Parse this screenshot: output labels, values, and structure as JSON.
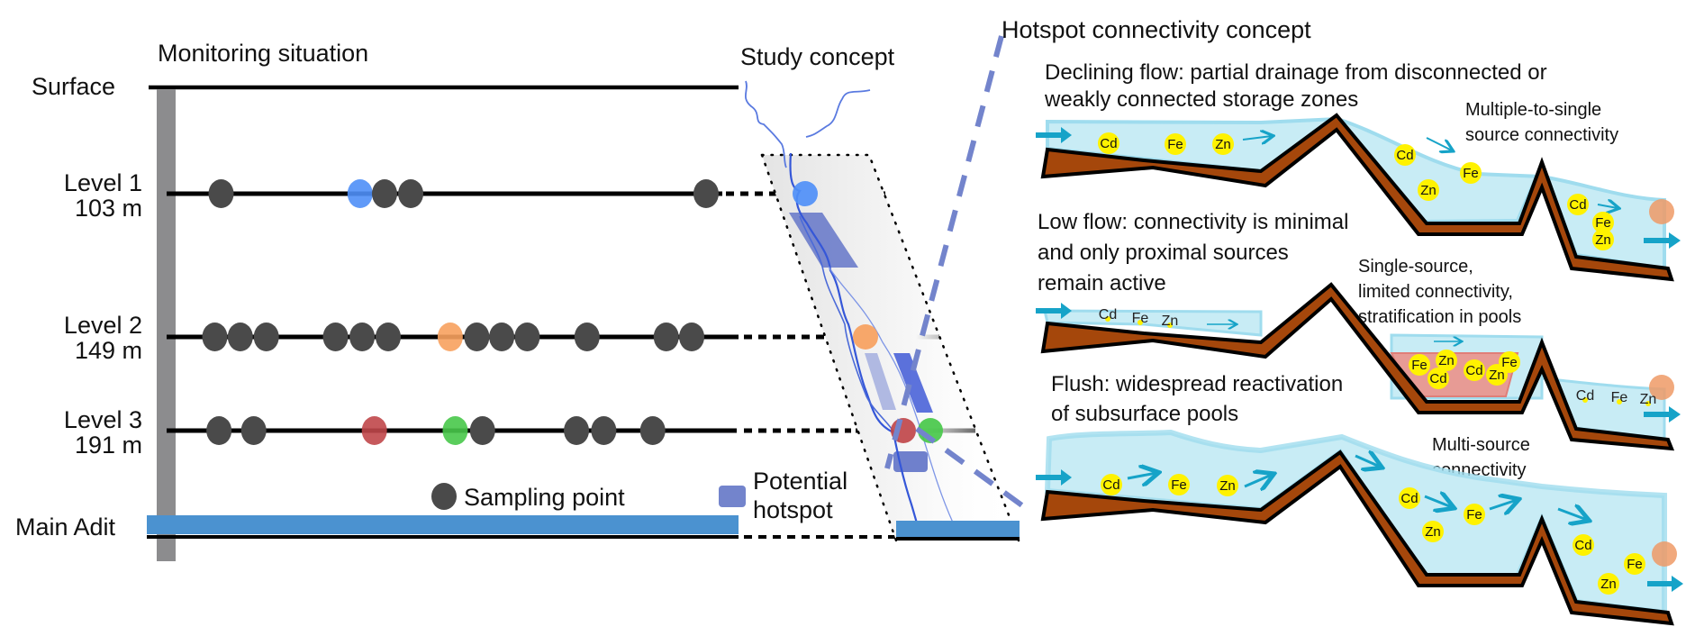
{
  "monitoring": {
    "title": "Monitoring situation",
    "surface_label": "Surface",
    "levels": [
      {
        "name": "Level 1",
        "depth": "103 m",
        "points": [
          {
            "pos": 0.1,
            "color": "dark"
          },
          {
            "pos": 0.355,
            "color": "blue"
          },
          {
            "pos": 0.4,
            "color": "dark"
          },
          {
            "pos": 0.448,
            "color": "dark"
          },
          {
            "pos": 0.99,
            "color": "dark"
          }
        ]
      },
      {
        "name": "Level 2",
        "depth": "149 m",
        "points": [
          {
            "pos": 0.087,
            "color": "dark"
          },
          {
            "pos": 0.133,
            "color": "dark"
          },
          {
            "pos": 0.18,
            "color": "dark"
          },
          {
            "pos": 0.305,
            "color": "dark"
          },
          {
            "pos": 0.353,
            "color": "dark"
          },
          {
            "pos": 0.4,
            "color": "dark"
          },
          {
            "pos": 0.512,
            "color": "orange"
          },
          {
            "pos": 0.56,
            "color": "dark"
          },
          {
            "pos": 0.605,
            "color": "dark"
          },
          {
            "pos": 0.651,
            "color": "dark"
          },
          {
            "pos": 0.759,
            "color": "dark"
          },
          {
            "pos": 0.902,
            "color": "dark"
          },
          {
            "pos": 0.948,
            "color": "dark"
          }
        ]
      },
      {
        "name": "Level 3",
        "depth": "191 m",
        "points": [
          {
            "pos": 0.092,
            "color": "dark"
          },
          {
            "pos": 0.153,
            "color": "dark"
          },
          {
            "pos": 0.365,
            "color": "red"
          },
          {
            "pos": 0.507,
            "color": "green"
          },
          {
            "pos": 0.555,
            "color": "dark"
          },
          {
            "pos": 0.72,
            "color": "dark"
          },
          {
            "pos": 0.768,
            "color": "dark"
          },
          {
            "pos": 0.854,
            "color": "dark"
          }
        ]
      }
    ],
    "adit_label": "Main Adit",
    "legend": {
      "sampling_point": "Sampling point",
      "potential_hotspot_line1": "Potential",
      "potential_hotspot_line2": "hotspot"
    }
  },
  "study": {
    "title": "Study concept"
  },
  "hotspot": {
    "title": "Hotspot connectivity concept",
    "panels": [
      {
        "id": "declining",
        "caption_lines": [
          "Declining flow: partial drainage from disconnected or",
          "weakly connected storage zones"
        ],
        "note_lines": [
          "Multiple-to-single",
          "source connectivity"
        ],
        "elements": [
          "Cd",
          "Fe",
          "Zn",
          "Cd",
          "Fe",
          "Zn",
          "Cd",
          "Fe",
          "Zn"
        ]
      },
      {
        "id": "low",
        "caption_lines": [
          "Low flow: connectivity is minimal",
          "and only proximal sources",
          "remain active"
        ],
        "note_lines": [
          "Single-source,",
          "limited connectivity,",
          "stratification in pools"
        ],
        "elements": [
          "Cd",
          "Fe",
          "Zn",
          "Fe",
          "Zn",
          "Cd",
          "Cd",
          "Zn",
          "Fe",
          "Cd",
          "Fe",
          "Zn"
        ]
      },
      {
        "id": "flush",
        "caption_lines": [
          "Flush: widespread reactivation",
          "of subsurface pools"
        ],
        "note_lines": [
          "Multi-source",
          "connectivity"
        ],
        "elements": [
          "Cd",
          "Fe",
          "Zn",
          "Cd",
          "Fe",
          "Zn",
          "Cd",
          "Fe",
          "Zn"
        ]
      }
    ]
  },
  "colors": {
    "dark_point": "#4a4a4a",
    "blue_point": "#4f8ff7",
    "orange_point": "#f7a15e",
    "red_point": "#c0474a",
    "green_point": "#48c84a",
    "hotspot": "#7384cc",
    "adit": "#4b92d0",
    "shaft": "#8c8c8e",
    "water": "#c8ecf5",
    "water_edge": "#9fdcee",
    "rock": "#a5470b",
    "arrow": "#16a3c8",
    "element_dot": "#fff200",
    "pool": "#e79b95",
    "outflow_dot": "#ee9a66",
    "stream": "#2d4fd6"
  }
}
